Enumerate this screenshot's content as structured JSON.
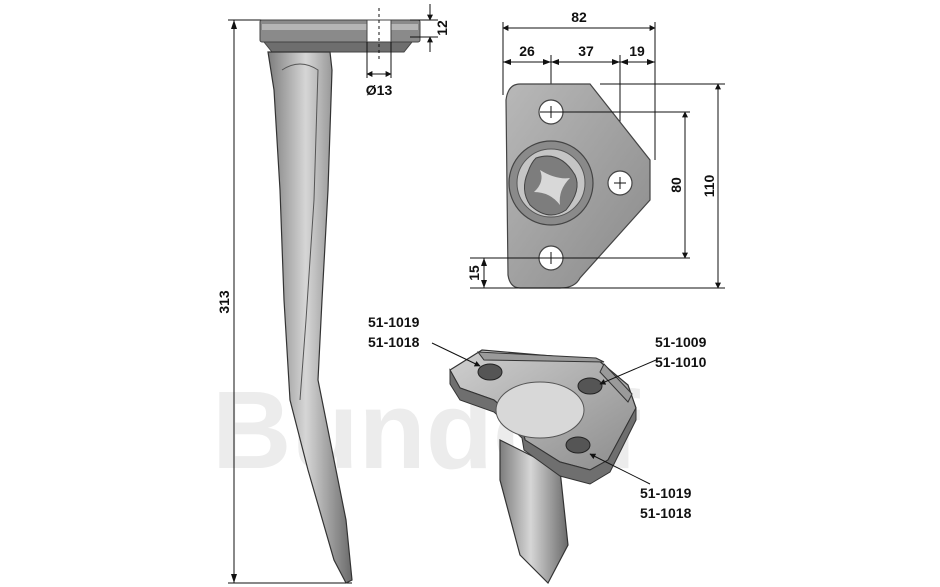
{
  "watermark": {
    "brand": "Bundorf"
  },
  "tine_side_view": {
    "dimensions": {
      "length": "313",
      "flange_thickness": "12",
      "bolt_hole_diameter": "Ø13"
    }
  },
  "mounting_plate_view": {
    "dimensions": {
      "overall_width": "82",
      "offset_left": "26",
      "offset_middle": "37",
      "offset_right": "19",
      "hole_pitch_vertical": "80",
      "overall_height": "110",
      "bottom_offset": "15"
    }
  },
  "perspective_view": {
    "labels": {
      "top_left_line1": "51-1019",
      "top_left_line2": "51-1018",
      "right_line1": "51-1009",
      "right_line2": "51-1010",
      "bottom_line1": "51-1019",
      "bottom_line2": "51-1018"
    }
  },
  "colors": {
    "metal_dark": "#6f6f6f",
    "metal_mid": "#9a9a9a",
    "metal_light": "#cfcfcf",
    "line": "#111111",
    "watermark": "#ececec"
  }
}
